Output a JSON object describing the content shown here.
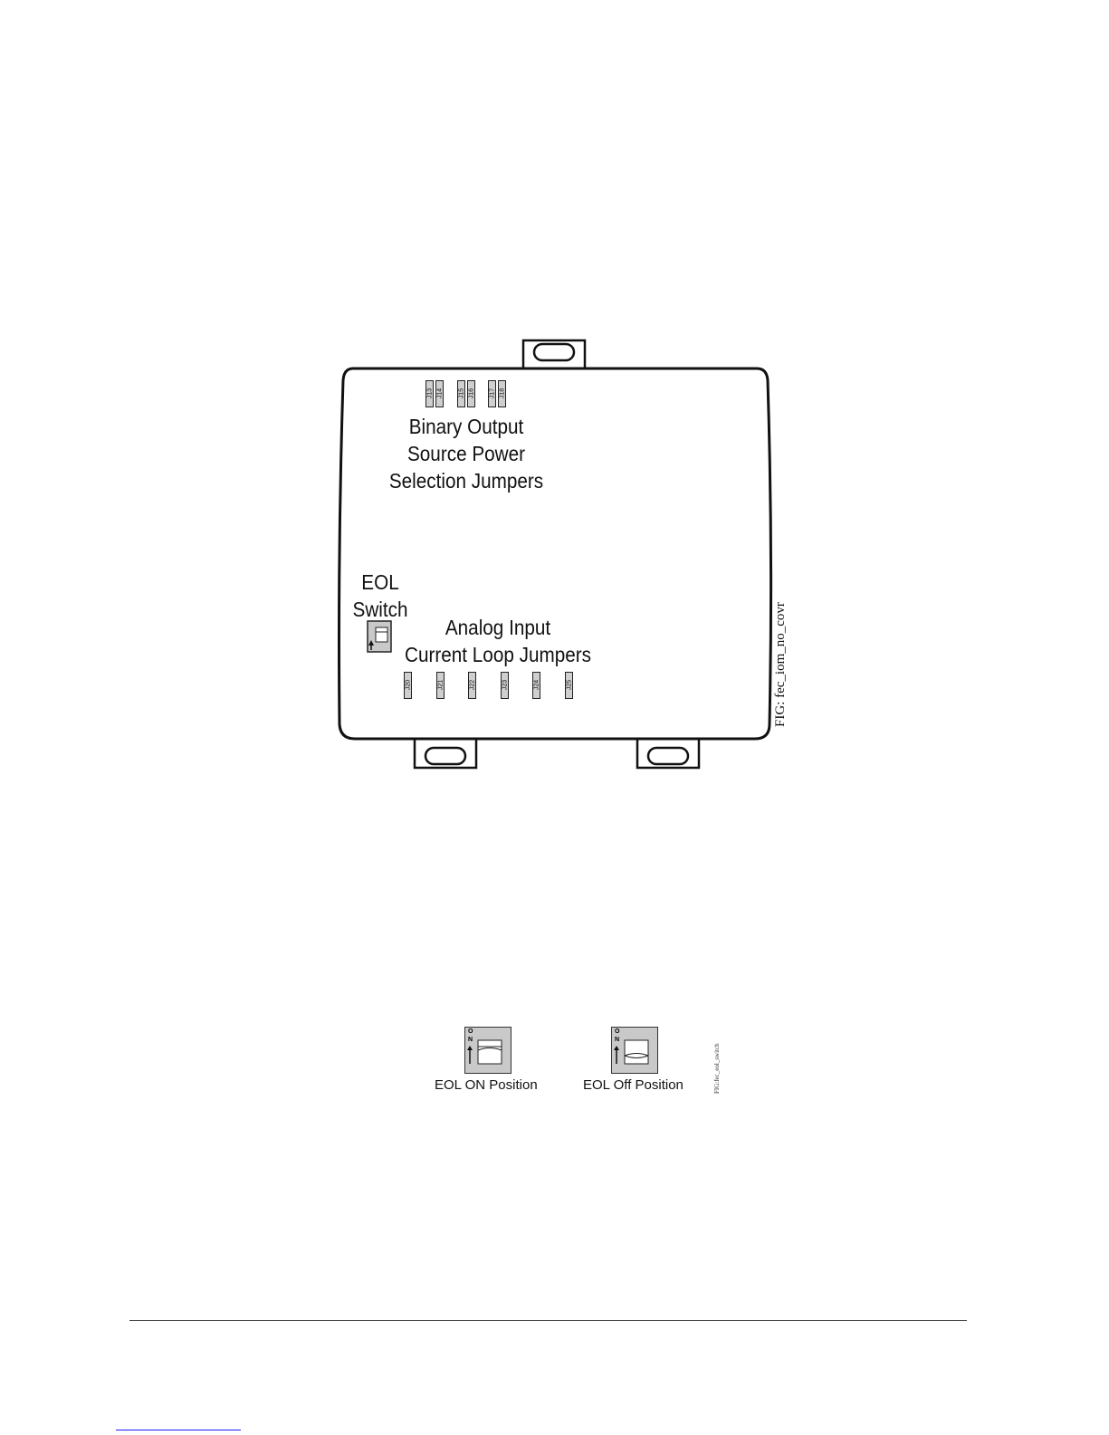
{
  "module_figure": {
    "top_jumpers": [
      "J13",
      "J14",
      "J15",
      "J16",
      "J17",
      "J18"
    ],
    "bottom_jumpers": [
      "J20",
      "J21",
      "J22",
      "J23",
      "J24",
      "J25"
    ],
    "binary_output_label": [
      "Binary Output",
      "Source Power",
      "Selection Jumpers"
    ],
    "eol_switch_label": [
      "EOL",
      "Switch"
    ],
    "analog_input_label": [
      "Analog Input",
      "Current Loop Jumpers"
    ],
    "figure_tag": "FIG: fec_iom_no_covr"
  },
  "eol_figure": {
    "switch_mark": [
      "O",
      "N"
    ],
    "on_caption": "EOL ON Position",
    "off_caption": "EOL Off Position",
    "figure_tag": "FIG:fec_eol_switch"
  },
  "colors": {
    "ink": "#111111",
    "switch_fill": "#c9c9c9",
    "link": "#1a1aff"
  }
}
